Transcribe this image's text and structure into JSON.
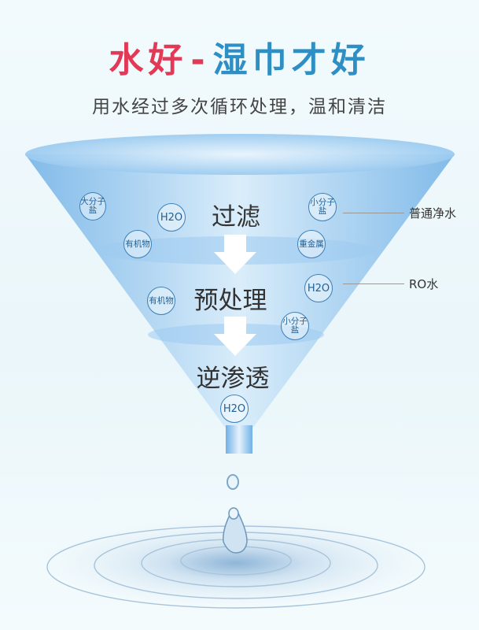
{
  "title": {
    "part1": "水好",
    "dash": "-",
    "part2": "湿巾才好"
  },
  "subtitle": "用水经过多次循环处理，温和清洁",
  "stages": [
    "过滤",
    "预处理",
    "逆渗透"
  ],
  "particles": {
    "macro_salt": "大分子盐",
    "h2o": "H2O",
    "organic": "有机物",
    "small_salt": "小分子盐",
    "heavy_metal": "重金属"
  },
  "side_labels": {
    "ordinary": "普通净水",
    "ro": "RO水"
  },
  "colors": {
    "title_red": "#e23a56",
    "title_blue": "#2e8fc5",
    "funnel": "#8ec3ec"
  }
}
